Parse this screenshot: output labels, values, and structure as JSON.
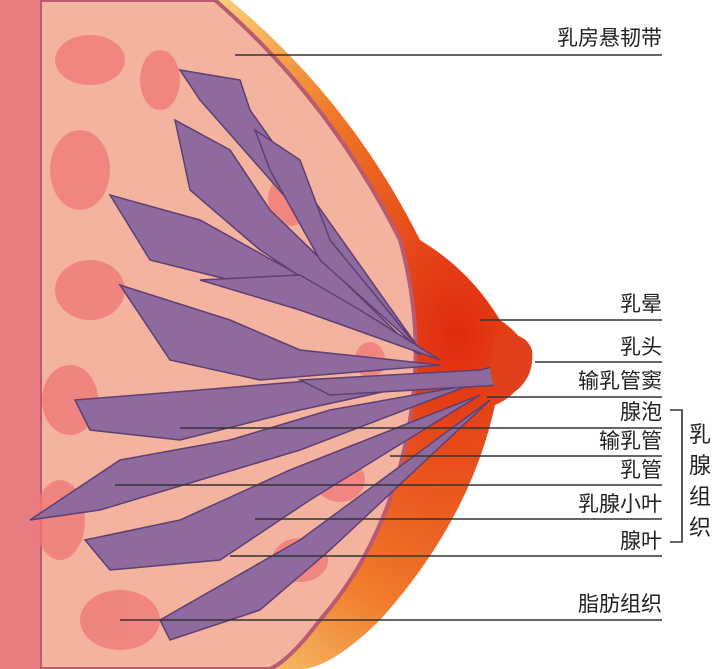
{
  "labels": {
    "suspensory_ligament": "乳房悬韧带",
    "areola": "乳晕",
    "nipple": "乳头",
    "lactiferous_sinus": "输乳管窦",
    "acinus": "腺泡",
    "lactiferous_duct": "输乳管",
    "duct": "乳管",
    "lobule": "乳腺小叶",
    "lobe": "腺叶",
    "fat_tissue": "脂肪组织",
    "group": "乳腺组织"
  },
  "colors": {
    "background_tissue": "#f2a7a0",
    "fat": "#f6d3bf",
    "lobe": "#8e6a9e",
    "areola": "#e8401c",
    "skin_edge": "#f5c15a",
    "leader_line": "#333333"
  }
}
